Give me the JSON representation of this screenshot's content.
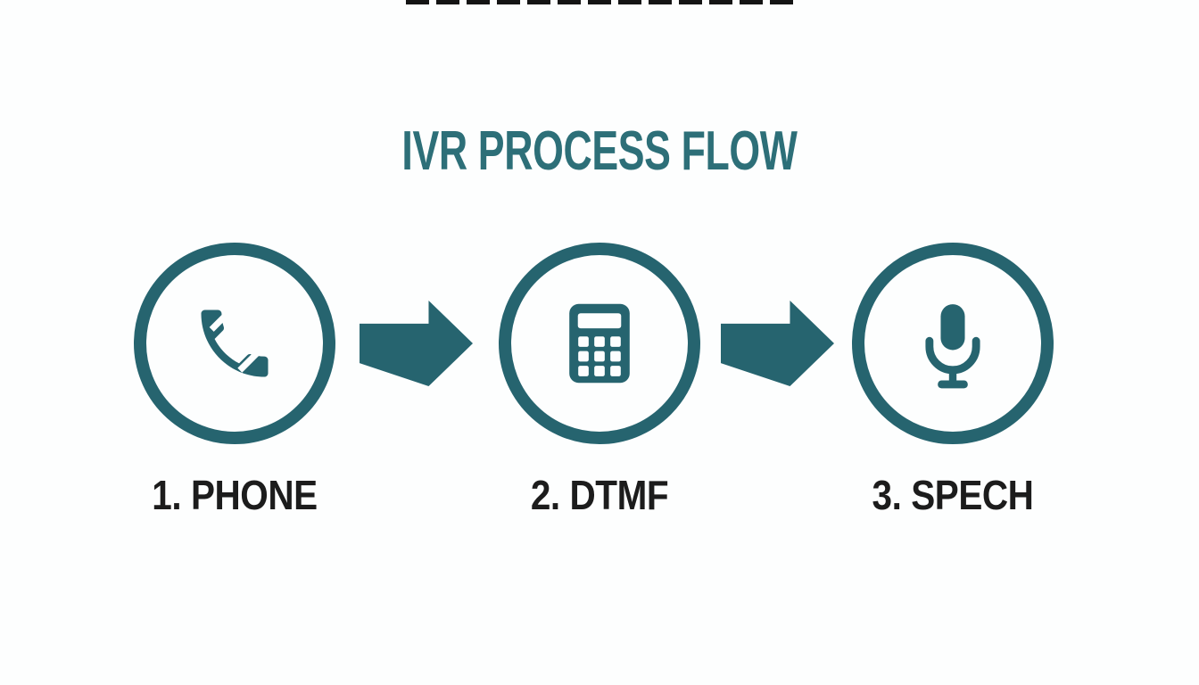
{
  "page": {
    "description": "IVR process flow diagram slide",
    "background": "#fdfefe"
  },
  "top_crop_fragment": {
    "color": "#141414"
  },
  "title": {
    "text": "IVR PROCESS FLOW",
    "color": "#2d6f78"
  },
  "flow": {
    "accent_color": "#26646f",
    "label_color": "#1c1c1c",
    "steps": [
      {
        "number": "1",
        "label": "1. PHONE",
        "icon": "phone-icon"
      },
      {
        "number": "2",
        "label": "2. DTMF",
        "icon": "keypad-icon"
      },
      {
        "number": "3",
        "label": "3. SPECH",
        "icon": "microphone-icon"
      }
    ],
    "connectors": [
      {
        "icon": "arrow-right-icon"
      },
      {
        "icon": "arrow-right-icon"
      }
    ]
  }
}
